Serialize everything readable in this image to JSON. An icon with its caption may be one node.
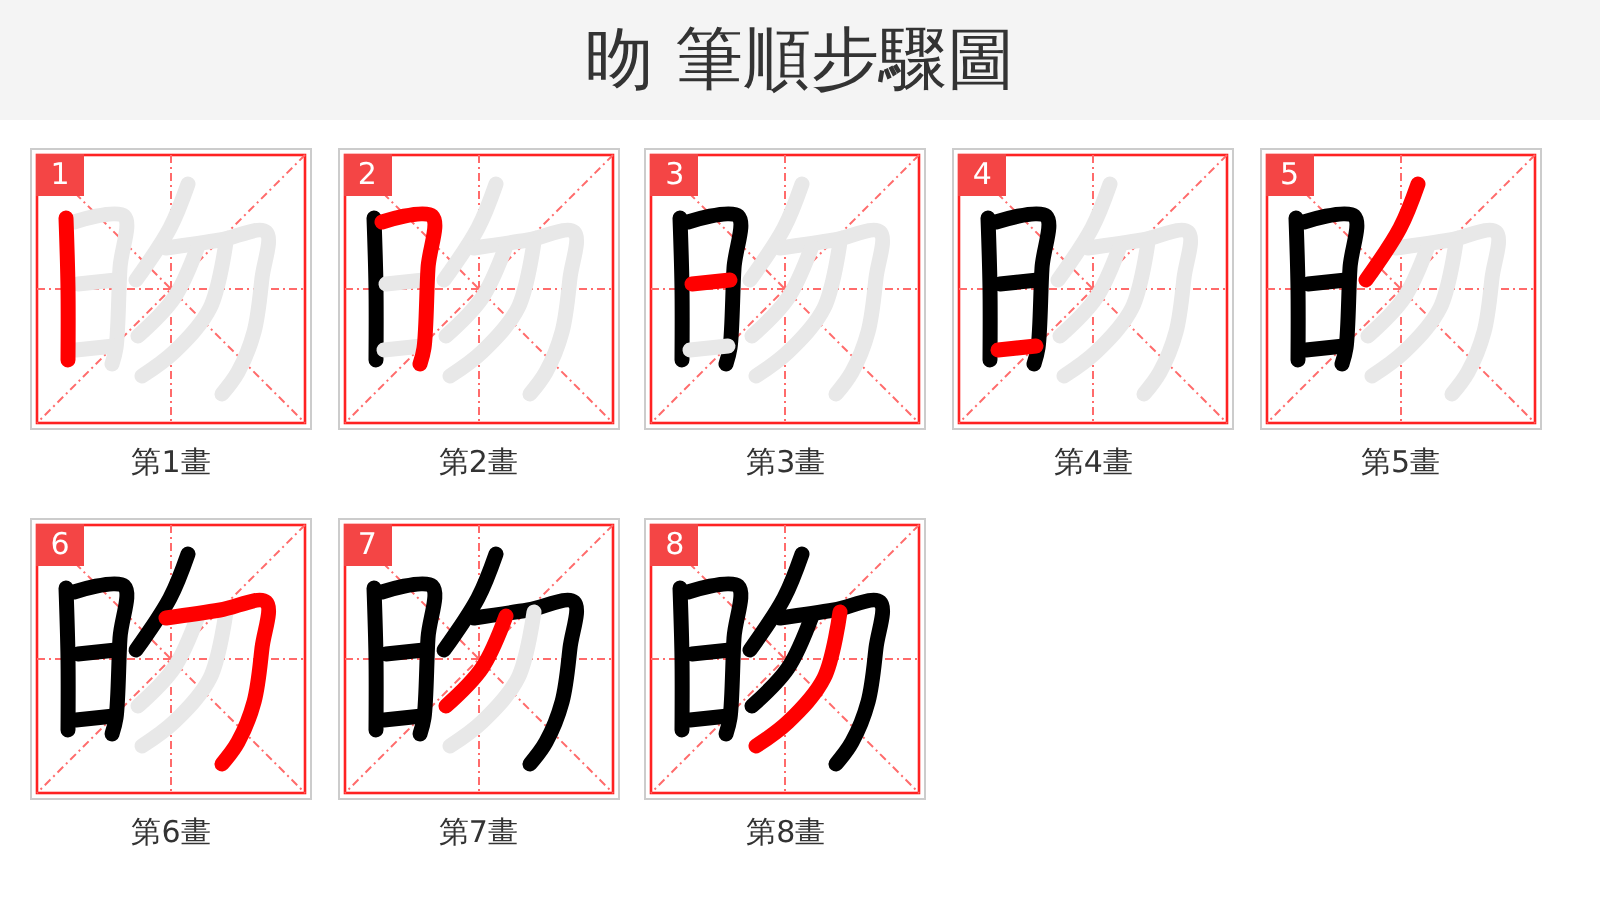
{
  "diagram": {
    "title": "昒 筆順步驟圖",
    "nodes": [
      {
        "text": [
          "1"
        ],
        "beside": [
          "第1畫"
        ]
      },
      {
        "text": [
          "2"
        ],
        "beside": [
          "第2畫"
        ]
      },
      {
        "text": [
          "3"
        ],
        "beside": [
          "第3畫"
        ]
      },
      {
        "text": [
          "4"
        ],
        "beside": [
          "第4畫"
        ]
      },
      {
        "text": [
          "5"
        ],
        "beside": [
          "第5畫"
        ]
      },
      {
        "text": [
          "6"
        ],
        "beside": [
          "第6畫"
        ]
      },
      {
        "text": [
          "7"
        ],
        "beside": [
          "第7畫"
        ]
      },
      {
        "text": [
          "8"
        ],
        "beside": [
          "第8畫"
        ]
      }
    ]
  }
}
